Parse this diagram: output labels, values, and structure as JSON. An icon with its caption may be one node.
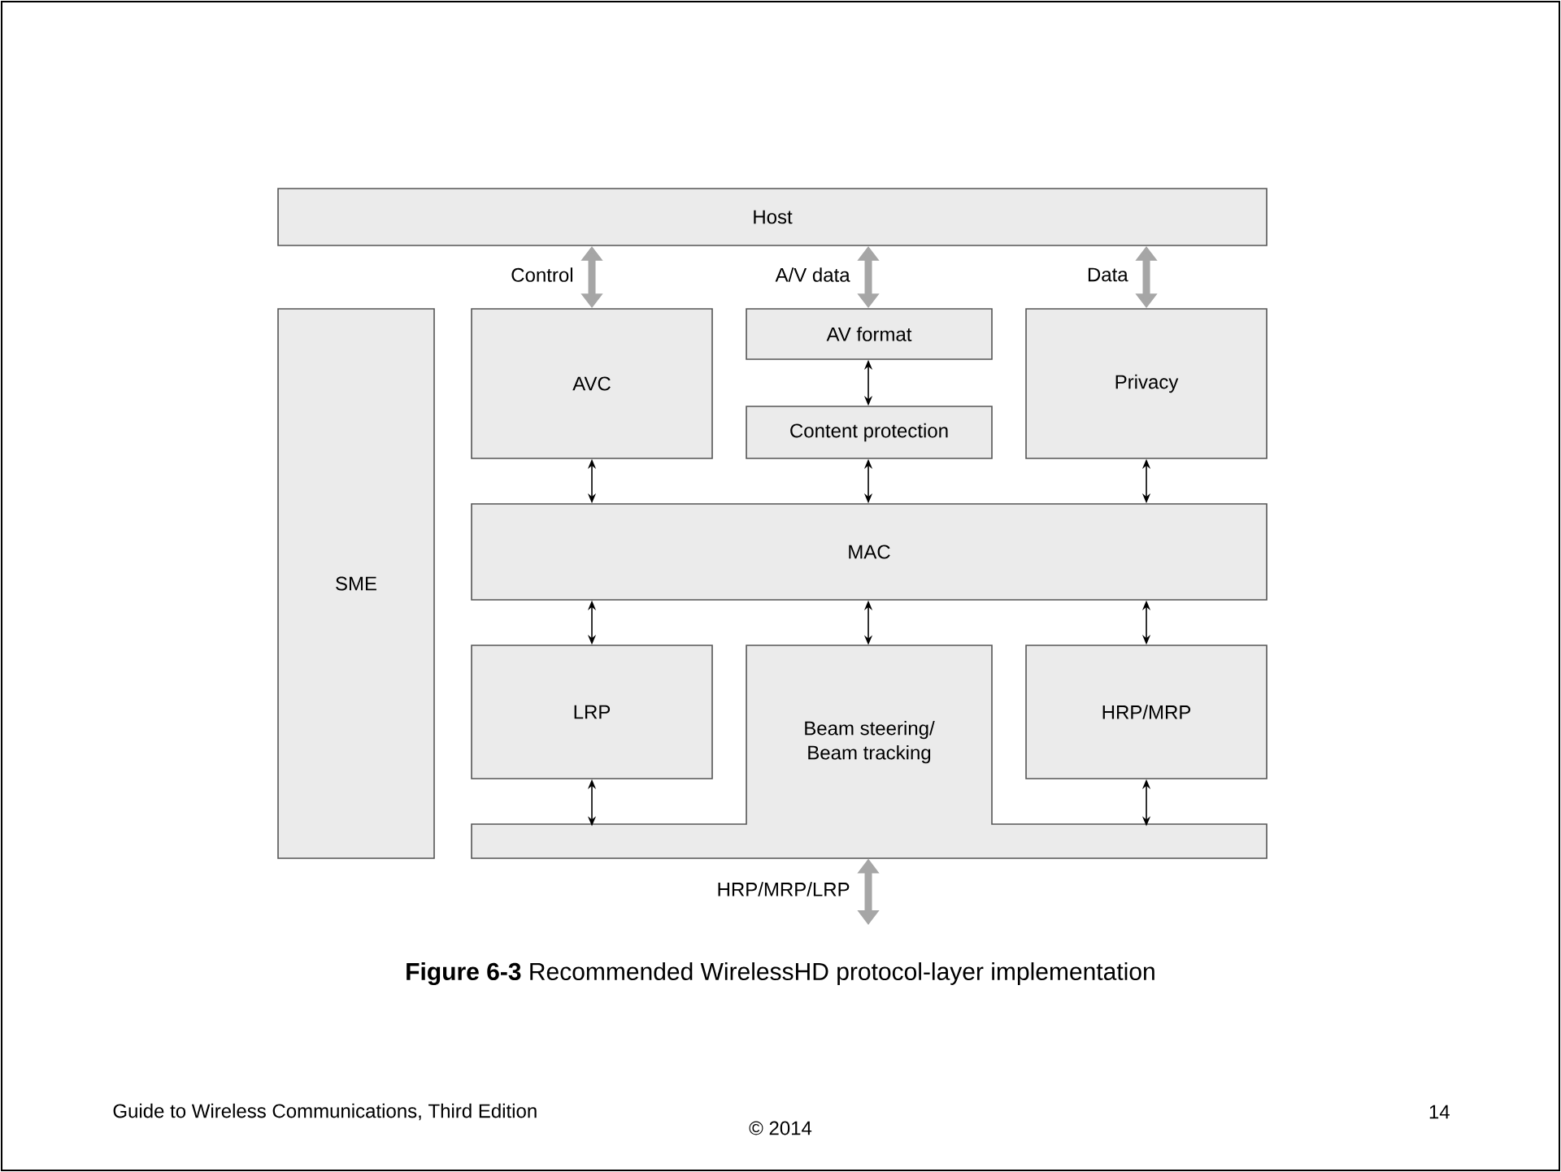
{
  "diagram": {
    "caption": "**Figure 6-3** Recommended WirelessHD protocol-layer implementation",
    "nodes": [
      {
        "text": [
          "Host"
        ]
      },
      {
        "text": [
          "SME"
        ]
      },
      {
        "text": [
          "AVC"
        ]
      },
      {
        "text": [
          "AV format"
        ]
      },
      {
        "text": [
          "Content protection"
        ]
      },
      {
        "text": [
          "Privacy"
        ]
      },
      {
        "text": [
          "MAC"
        ]
      },
      {
        "text": [
          "LRP"
        ]
      },
      {
        "text": [
          "Beam steering/ Beam tracking"
        ]
      },
      {
        "text": [
          "HRP/MRP"
        ]
      }
    ],
    "edges": [
      {
        "from": 0,
        "to": 2,
        "arrow": "both",
        "label": "Control",
        "style": "thick",
        "color": "#a6a6a6"
      },
      {
        "from": 0,
        "to": 3,
        "arrow": "both",
        "label": "A/V data",
        "style": "thick",
        "color": "#a6a6a6"
      },
      {
        "from": 0,
        "to": 5,
        "arrow": "both",
        "label": "Data",
        "style": "thick",
        "color": "#a6a6a6"
      },
      {
        "from": 3,
        "to": 4,
        "arrow": "both"
      },
      {
        "from": 2,
        "to": 6,
        "arrow": "both"
      },
      {
        "from": 4,
        "to": 6,
        "arrow": "both"
      },
      {
        "from": 5,
        "to": 6,
        "arrow": "both"
      },
      {
        "from": 6,
        "to": 7,
        "arrow": "both"
      },
      {
        "from": 6,
        "to": 8,
        "arrow": "both"
      },
      {
        "from": 6,
        "to": 9,
        "arrow": "both"
      },
      {
        "from": 7,
        "to": 8,
        "arrow": "both"
      },
      {
        "from": 9,
        "to": 8,
        "arrow": "both"
      },
      {
        "from": 8,
        "to": null,
        "arrow": "both",
        "label": "HRP/MRP/LRP",
        "style": "thick",
        "color": "#a6a6a6"
      }
    ],
    "labels": [
      "Guide to Wireless Communications, Third Edition",
      "© 2014",
      "14"
    ]
  }
}
